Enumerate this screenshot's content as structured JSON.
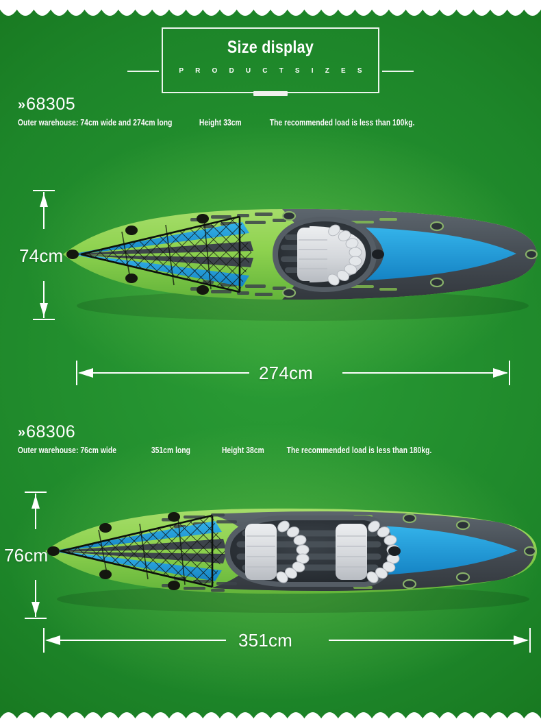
{
  "header": {
    "title": "Size display",
    "subtitle": "P R O D U C T    S I Z E S"
  },
  "theme": {
    "background_green": "#1d8529",
    "accent_light_green": "#74c850",
    "text_white": "#ffffff",
    "hull_green": "#8ed24f",
    "hull_dark": "#4a5158",
    "stripe_blue": "#1f9ede",
    "seat_gray": "#d8dade"
  },
  "products": [
    {
      "chevron": "»",
      "model": "68305",
      "specs": [
        "Outer warehouse: 74cm wide and 274cm long",
        "Height 33cm",
        "The recommended load is less than 100kg."
      ],
      "width_label": "74cm",
      "length_label": "274cm",
      "seats": 1
    },
    {
      "chevron": "»",
      "model": "68306",
      "specs": [
        "Outer warehouse: 76cm wide",
        "351cm long",
        "Height 38cm",
        "The recommended load is less than 180kg."
      ],
      "width_label": "76cm",
      "length_label": "351cm",
      "seats": 2
    }
  ]
}
